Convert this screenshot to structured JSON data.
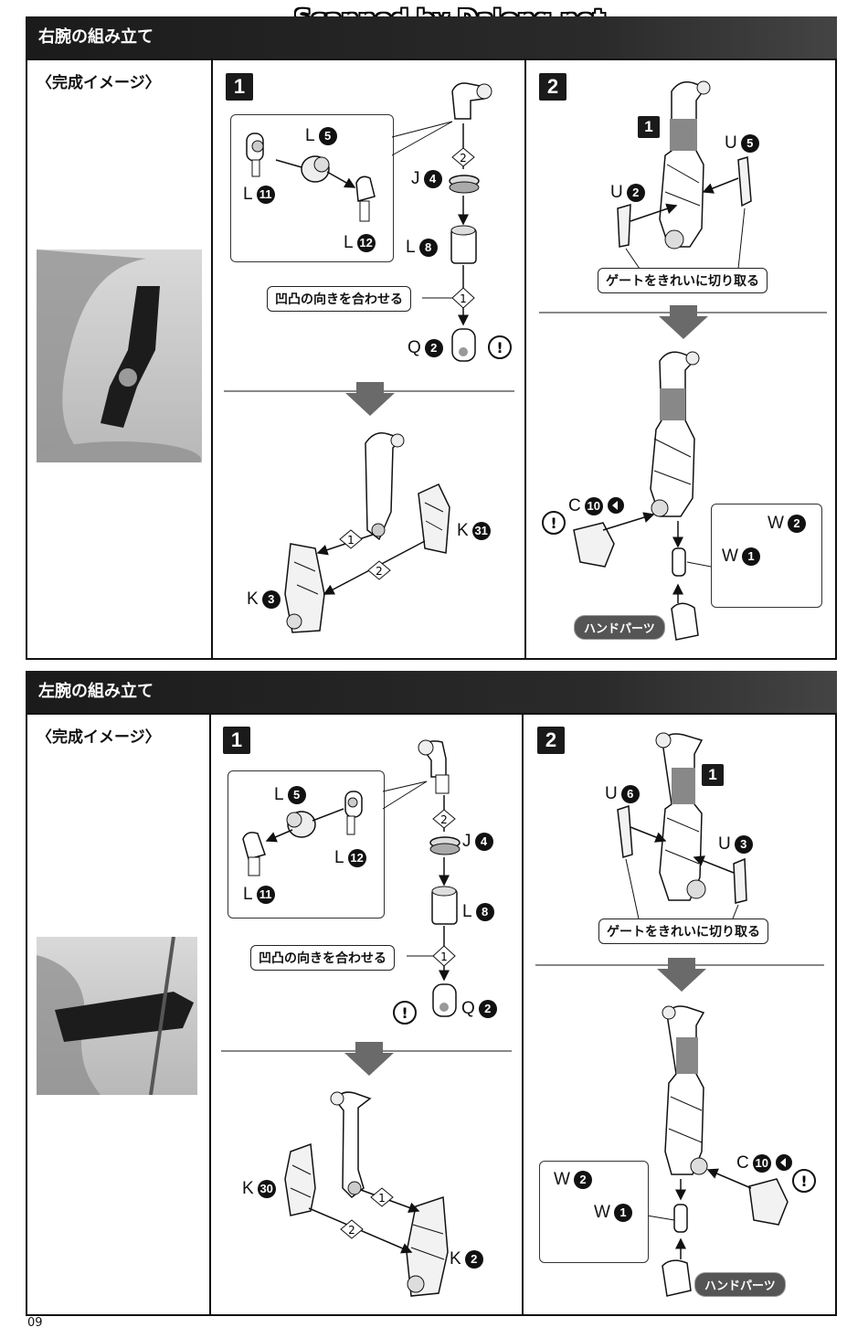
{
  "watermark": "Scanned by Dalong.net",
  "page_number": "09",
  "sections": [
    {
      "title": "右腕の組み立て",
      "image_title": "〈完成イメージ〉",
      "step1": {
        "number": "1",
        "labels": {
          "l5": "L",
          "l5n": "5",
          "l11": "L",
          "l11n": "11",
          "l12": "L",
          "l12n": "12",
          "j4": "J",
          "j4n": "4",
          "l8": "L",
          "l8n": "8",
          "q2": "Q",
          "q2n": "2",
          "k31": "K",
          "k31n": "31",
          "k3": "K",
          "k3n": "3"
        },
        "callout": "凹凸の向きを合わせる",
        "order": [
          "2",
          "1",
          "1",
          "2"
        ]
      },
      "step2": {
        "number": "2",
        "inner_ref": "1",
        "labels": {
          "u5": "U",
          "u5n": "5",
          "u2": "U",
          "u2n": "2",
          "c10": "C",
          "c10n": "10",
          "w2": "W",
          "w2n": "2",
          "w1": "W",
          "w1n": "1"
        },
        "callout": "ゲートをきれいに切り取る",
        "hand_tag": "ハンドパーツ"
      }
    },
    {
      "title": "左腕の組み立て",
      "image_title": "〈完成イメージ〉",
      "step1": {
        "number": "1",
        "labels": {
          "l5": "L",
          "l5n": "5",
          "l11": "L",
          "l11n": "11",
          "l12": "L",
          "l12n": "12",
          "j4": "J",
          "j4n": "4",
          "l8": "L",
          "l8n": "8",
          "q2": "Q",
          "q2n": "2",
          "k30": "K",
          "k30n": "30",
          "k2": "K",
          "k2n": "2"
        },
        "callout": "凹凸の向きを合わせる",
        "order": [
          "2",
          "1",
          "1",
          "2"
        ]
      },
      "step2": {
        "number": "2",
        "inner_ref": "1",
        "labels": {
          "u6": "U",
          "u6n": "6",
          "u3": "U",
          "u3n": "3",
          "c10": "C",
          "c10n": "10",
          "w2": "W",
          "w2n": "2",
          "w1": "W",
          "w1n": "1"
        },
        "callout": "ゲートをきれいに切り取る",
        "hand_tag": "ハンドパーツ"
      }
    }
  ]
}
